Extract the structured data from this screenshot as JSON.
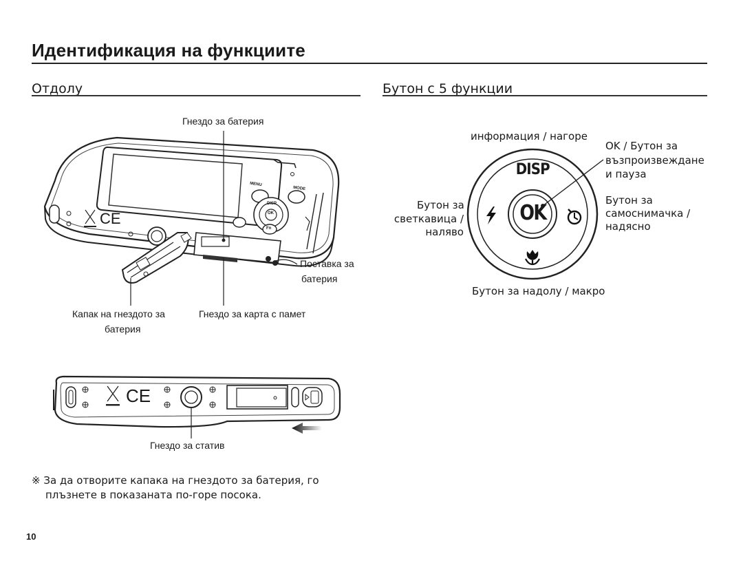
{
  "page": {
    "title": "Идентификация на функциите",
    "page_number": "10"
  },
  "bottom_section": {
    "heading": "Отдолу",
    "labels": {
      "battery_slot": "Гнездо за батерия",
      "battery_holder_line1": "Поставка за",
      "battery_holder_line2": "батерия",
      "battery_cover_line1": "Капак на гнездото за",
      "battery_cover_line2": "батерия",
      "memory_card_slot": "Гнездо за карта с памет",
      "tripod_socket": "Гнездо за статив"
    },
    "camera_markings": {
      "menu": "MENU",
      "mode": "MODE",
      "disp": "DISP",
      "ok": "OK",
      "fn": "Fn",
      "ce": "CE"
    }
  },
  "five_function_section": {
    "heading": "Бутон с 5 функции",
    "dial_marks": {
      "disp": "DISP",
      "ok": "OK"
    },
    "labels": {
      "up_info": "информация / нагоре",
      "ok_line1": "OK / Бутон за",
      "ok_line2": "възпроизвеждане",
      "ok_line3": "и пауза",
      "flash_line1": "Бутон за",
      "flash_line2": "светкавица /",
      "flash_line3": "наляво",
      "timer_line1": "Бутон за",
      "timer_line2": "самоснимачка /",
      "timer_line3": "надясно",
      "down_macro": "Бутон за надолу / макро"
    }
  },
  "note": {
    "symbol": "※",
    "line1": "За да отворите капака на гнездото за батерия, го",
    "line2": "плъзнете в показаната по-горе посока."
  }
}
